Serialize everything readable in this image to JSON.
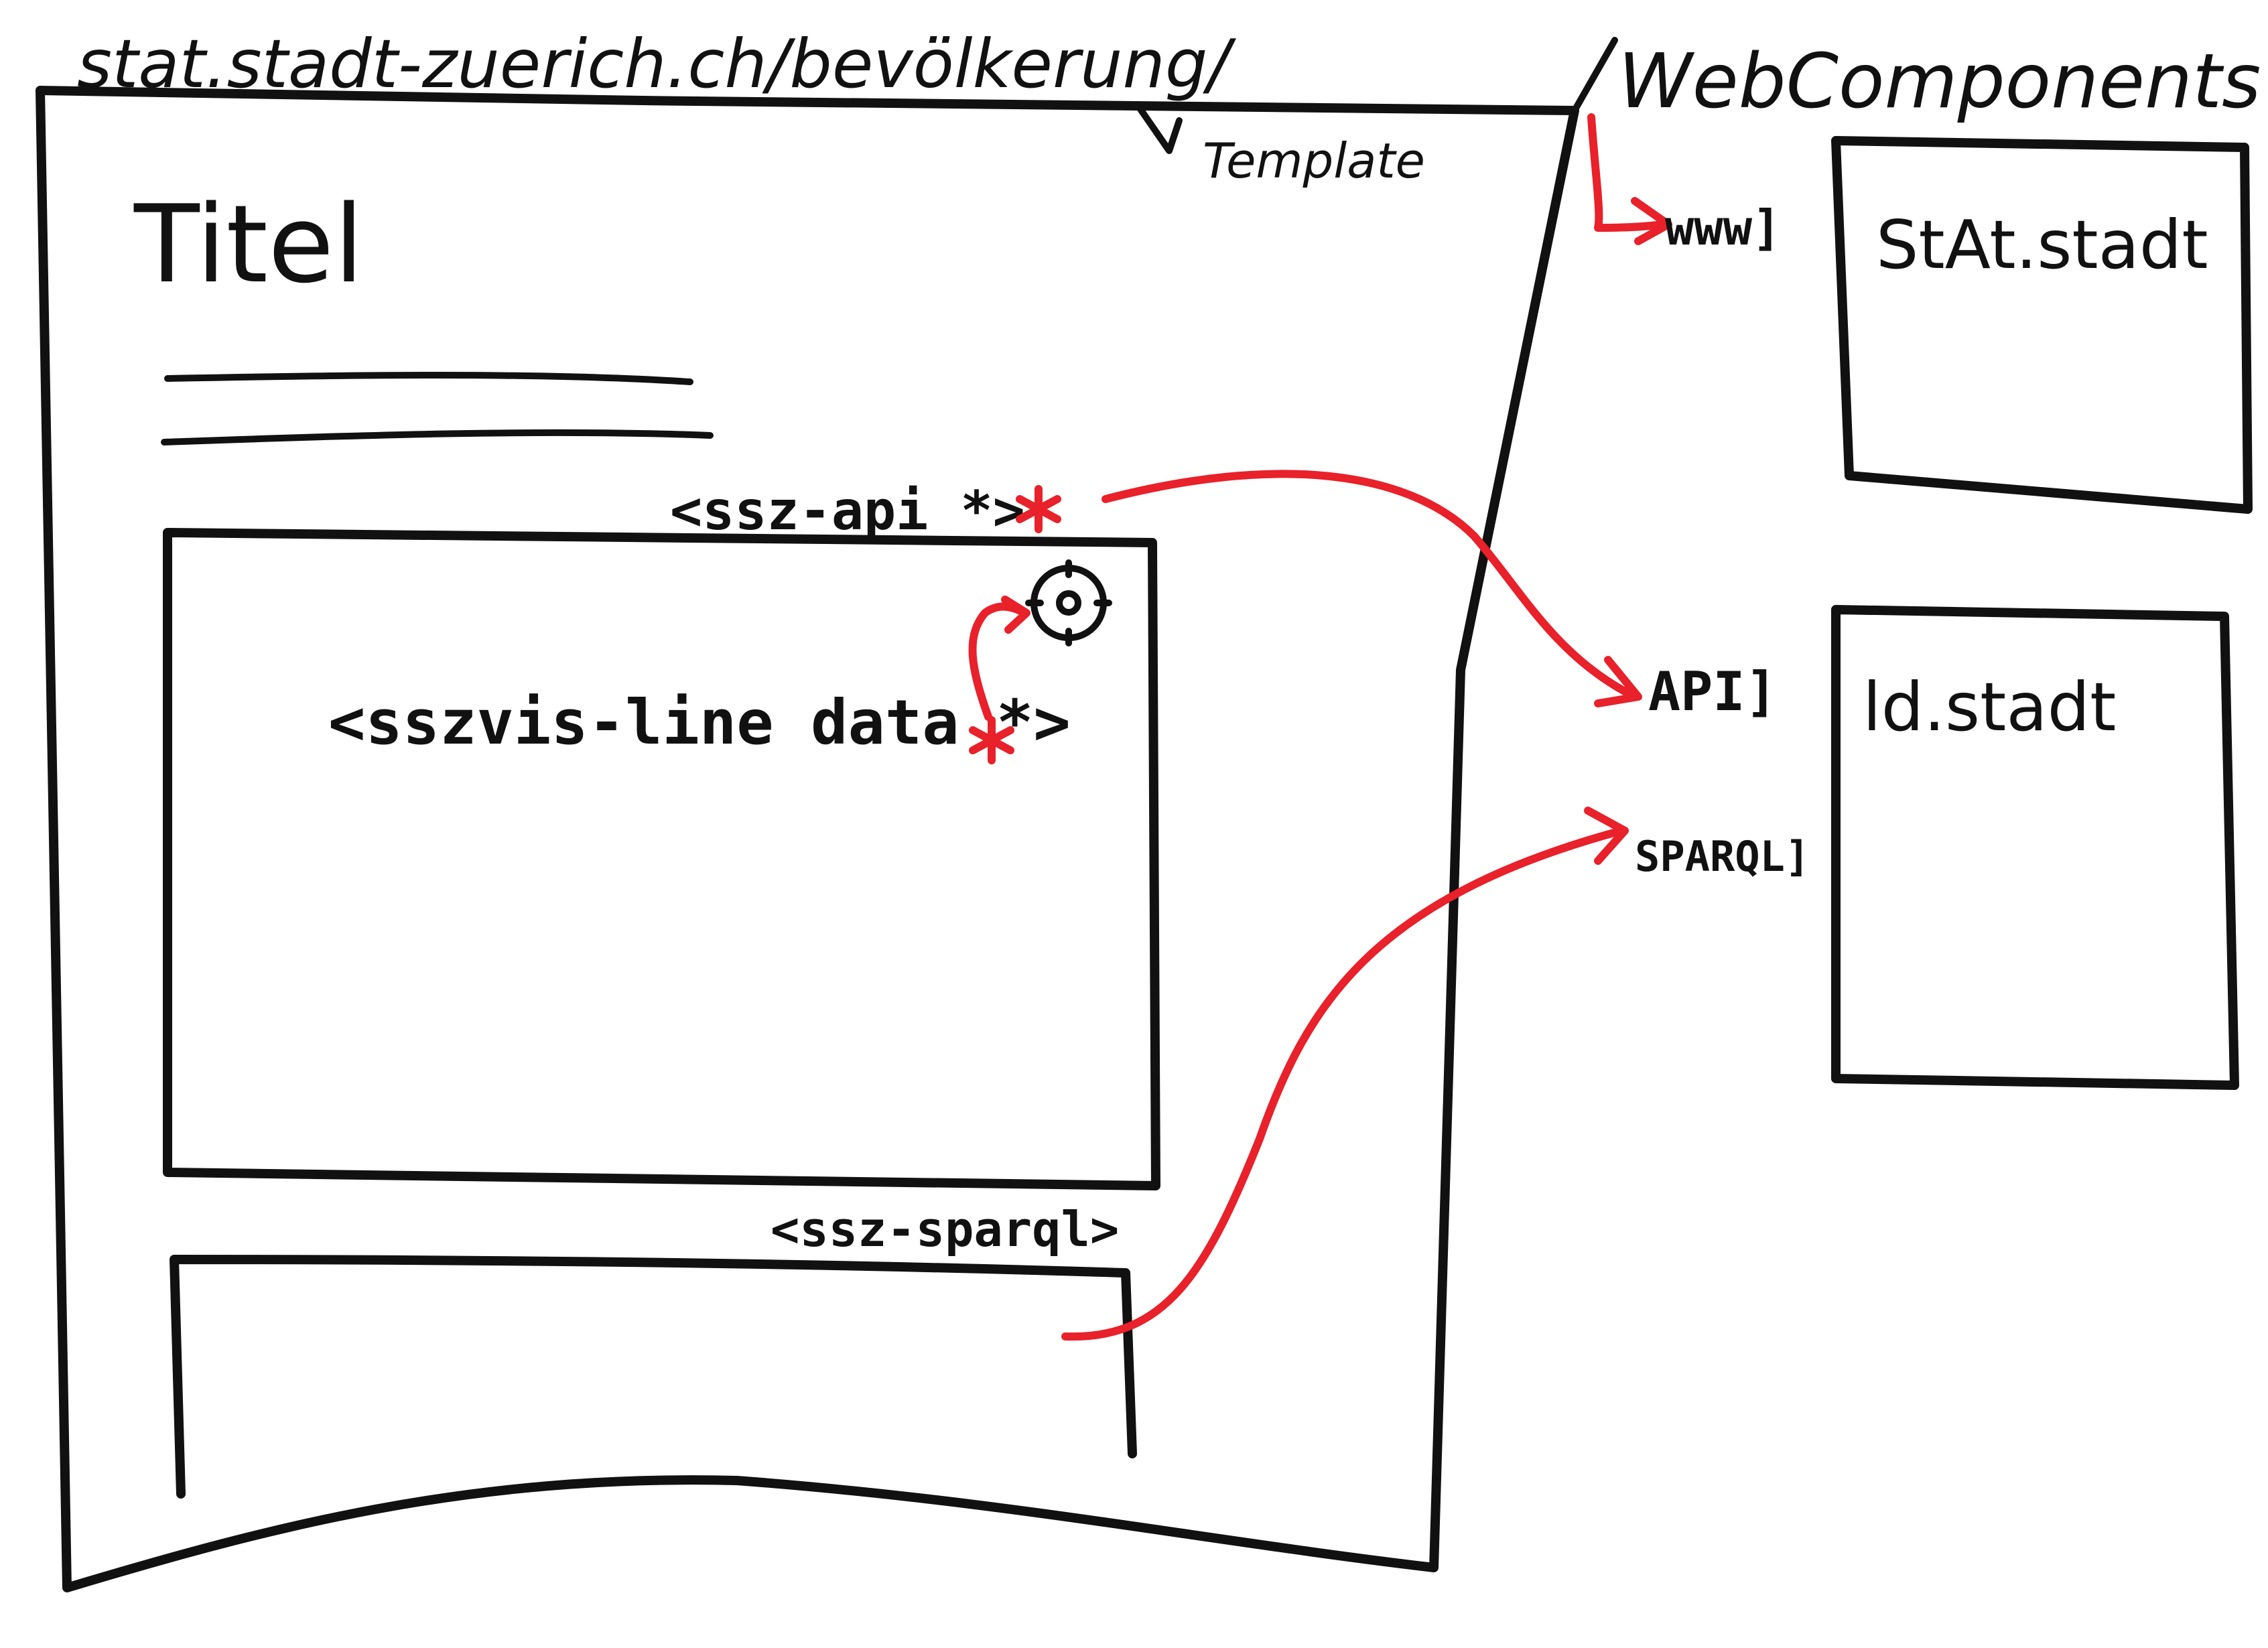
{
  "page_url": "stat.stadt-zuerich.ch/bevölkerung/",
  "template_label": "Template",
  "page": {
    "title": "Titel"
  },
  "components": {
    "api_tag": "<ssz-api *>",
    "line_tag": "<sszvis-line data *>",
    "sparql_tag": "<ssz-sparql>"
  },
  "web_components": {
    "heading": "WebComponents",
    "www_label": "www]",
    "api_label": "API]",
    "sparql_label": "SPARQL]",
    "stat_stadt_box": "StAt.stadt",
    "ld_stadt_box": "ld.stadt"
  },
  "colors": {
    "ink": "#111111",
    "accent": "#e8212a",
    "paper": "#ffffff"
  }
}
